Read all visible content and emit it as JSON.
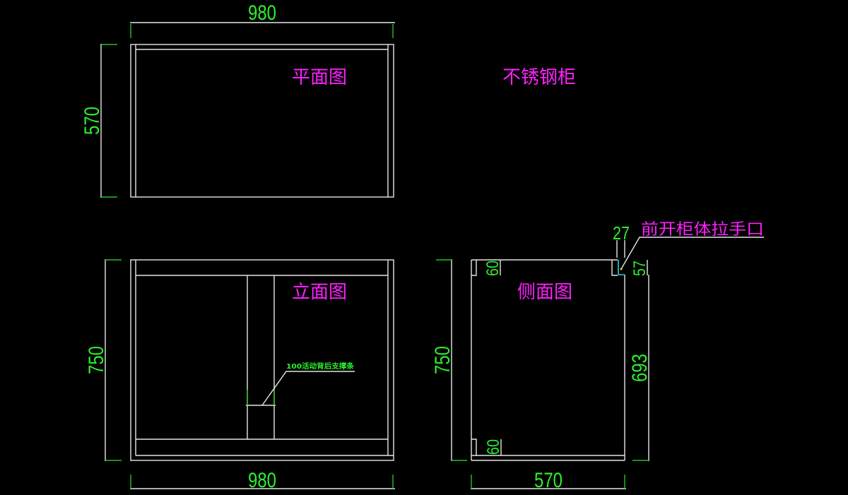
{
  "title": "不锈钢柜",
  "plan_view": {
    "label": "平面图",
    "width_dim": "980",
    "depth_dim": "570"
  },
  "front_view": {
    "label": "立面图",
    "width_dim": "980",
    "height_dim": "750",
    "note": "100活动背后支撑条"
  },
  "side_view": {
    "label": "侧面图",
    "depth_dim": "570",
    "height_dim": "750",
    "inner_height_dim": "693",
    "top_rail_dim": "60",
    "bottom_rail_dim": "60",
    "handle_width_dim": "27",
    "handle_height_dim": "57",
    "handle_note": "前开柜体拉手口"
  },
  "colors": {
    "background": "#000000",
    "outline": "#e6e6e6",
    "dimension": "#2bf02b",
    "label": "#ff1fff",
    "handle": "#19d6e6"
  }
}
